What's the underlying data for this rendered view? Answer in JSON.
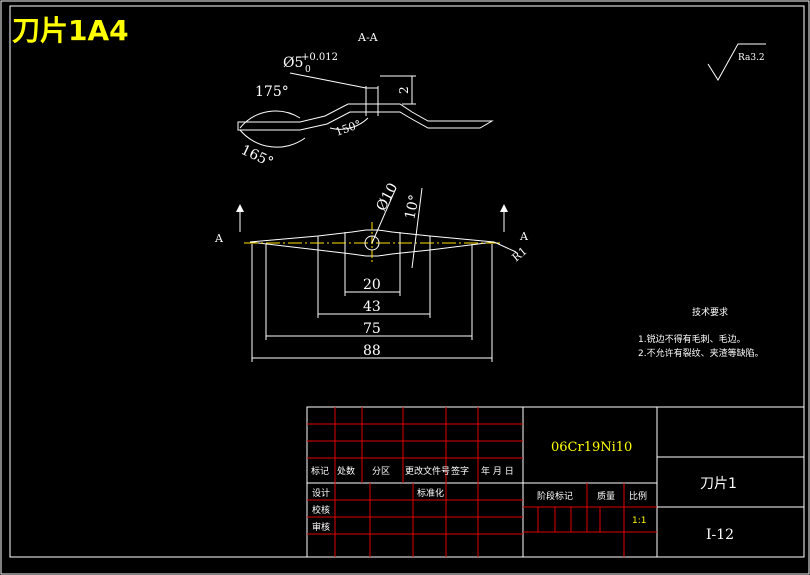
{
  "header": {
    "title": "刀片1A4"
  },
  "section_view": {
    "label": "A-A",
    "hole_tolerance": "Ø5",
    "hole_sub": "0",
    "hole_sup": "+0.012",
    "angle_175": "175°",
    "angle_165": "165°",
    "angle_150": "150°",
    "depth": "2"
  },
  "roughness": {
    "label": "Ra3.2"
  },
  "plan_view": {
    "section_mark_left": "A",
    "section_mark_right": "A",
    "hole_dia": "Ø10",
    "taper_angle": "10°",
    "radius": "R1",
    "dim_20": "20",
    "dim_43": "43",
    "dim_75": "75",
    "dim_88": "88"
  },
  "tech_requirements": {
    "title": "技术要求",
    "items": [
      "1.锐边不得有毛刺、毛边。",
      "2.不允许有裂纹、夹渣等缺陷。"
    ]
  },
  "title_block": {
    "material": "06Cr19Ni10",
    "part_name": "刀片1",
    "drawing_no": "I-12",
    "scale": "1:1",
    "labels": {
      "mark": "标记",
      "count": "处数",
      "zone": "分区",
      "doc_no": "更改文件号",
      "signature": "签字",
      "date": "年 月 日",
      "design": "设计",
      "standard": "标准化",
      "check": "校核",
      "review": "审核",
      "stage_mark": "阶段标记",
      "mass": "质量",
      "ratio": "比例"
    }
  },
  "colors": {
    "frame": "#ffffff",
    "title_block": "#e00000",
    "center_line": "#ffe000",
    "accent_text": "#ffff00"
  }
}
